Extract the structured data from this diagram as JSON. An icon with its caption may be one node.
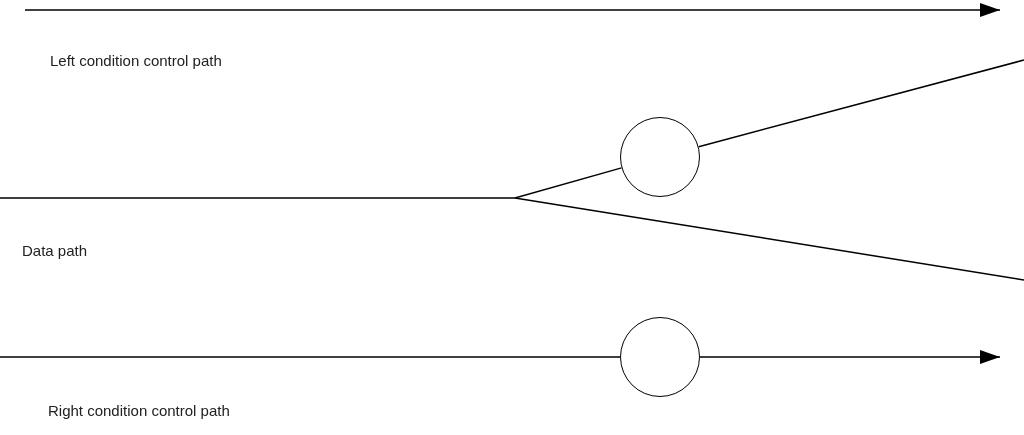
{
  "diagram": {
    "nodes": [
      {
        "text": [],
        "shape": "circle"
      },
      {
        "text": [],
        "shape": "circle"
      }
    ],
    "edges": [
      {
        "from": null,
        "to": 0,
        "arrow": "none"
      },
      {
        "from": 0,
        "to": null,
        "arrow": "none"
      },
      {
        "from": null,
        "to": 1,
        "arrow": "none"
      },
      {
        "from": 1,
        "to": null,
        "arrow": "to"
      }
    ],
    "labels": [
      "Left condition control path",
      "Data path",
      "Right condition control path"
    ]
  }
}
